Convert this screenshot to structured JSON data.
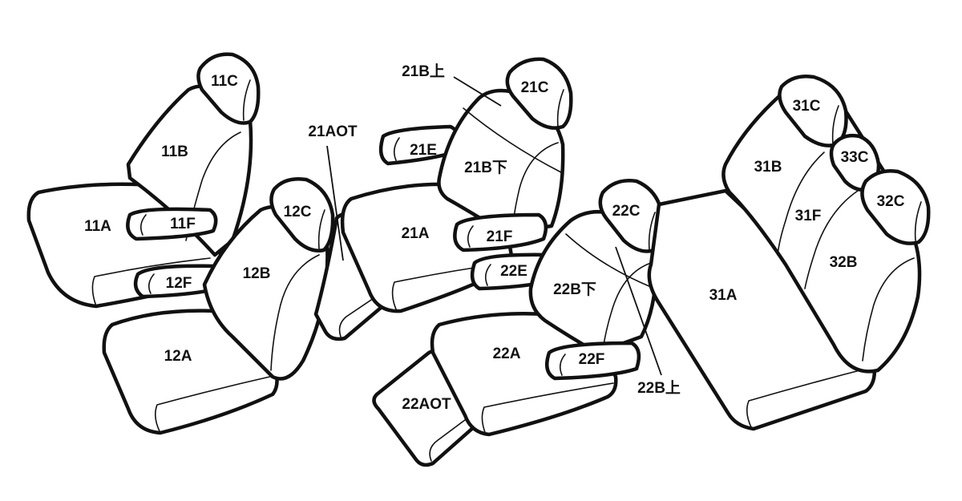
{
  "labels": {
    "l11C": "11C",
    "l11B": "11B",
    "l11A": "11A",
    "l11F": "11F",
    "l12C": "12C",
    "l12B": "12B",
    "l12A": "12A",
    "l12F": "12F",
    "l21AOT": "21AOT",
    "l21Bup": "21B上",
    "l21C": "21C",
    "l21E": "21E",
    "l21Bdown": "21B下",
    "l21A": "21A",
    "l21F": "21F",
    "l22C": "22C",
    "l22E": "22E",
    "l22Bdown": "22B下",
    "l22A": "22A",
    "l22F": "22F",
    "l22Bup": "22B上",
    "l22AOT": "22AOT",
    "l31C": "31C",
    "l33C": "33C",
    "l32C": "32C",
    "l31B": "31B",
    "l31F": "31F",
    "l32B": "32B",
    "l31A": "31A"
  },
  "colors": {
    "line": "#111111",
    "fill": "#ffffff"
  }
}
